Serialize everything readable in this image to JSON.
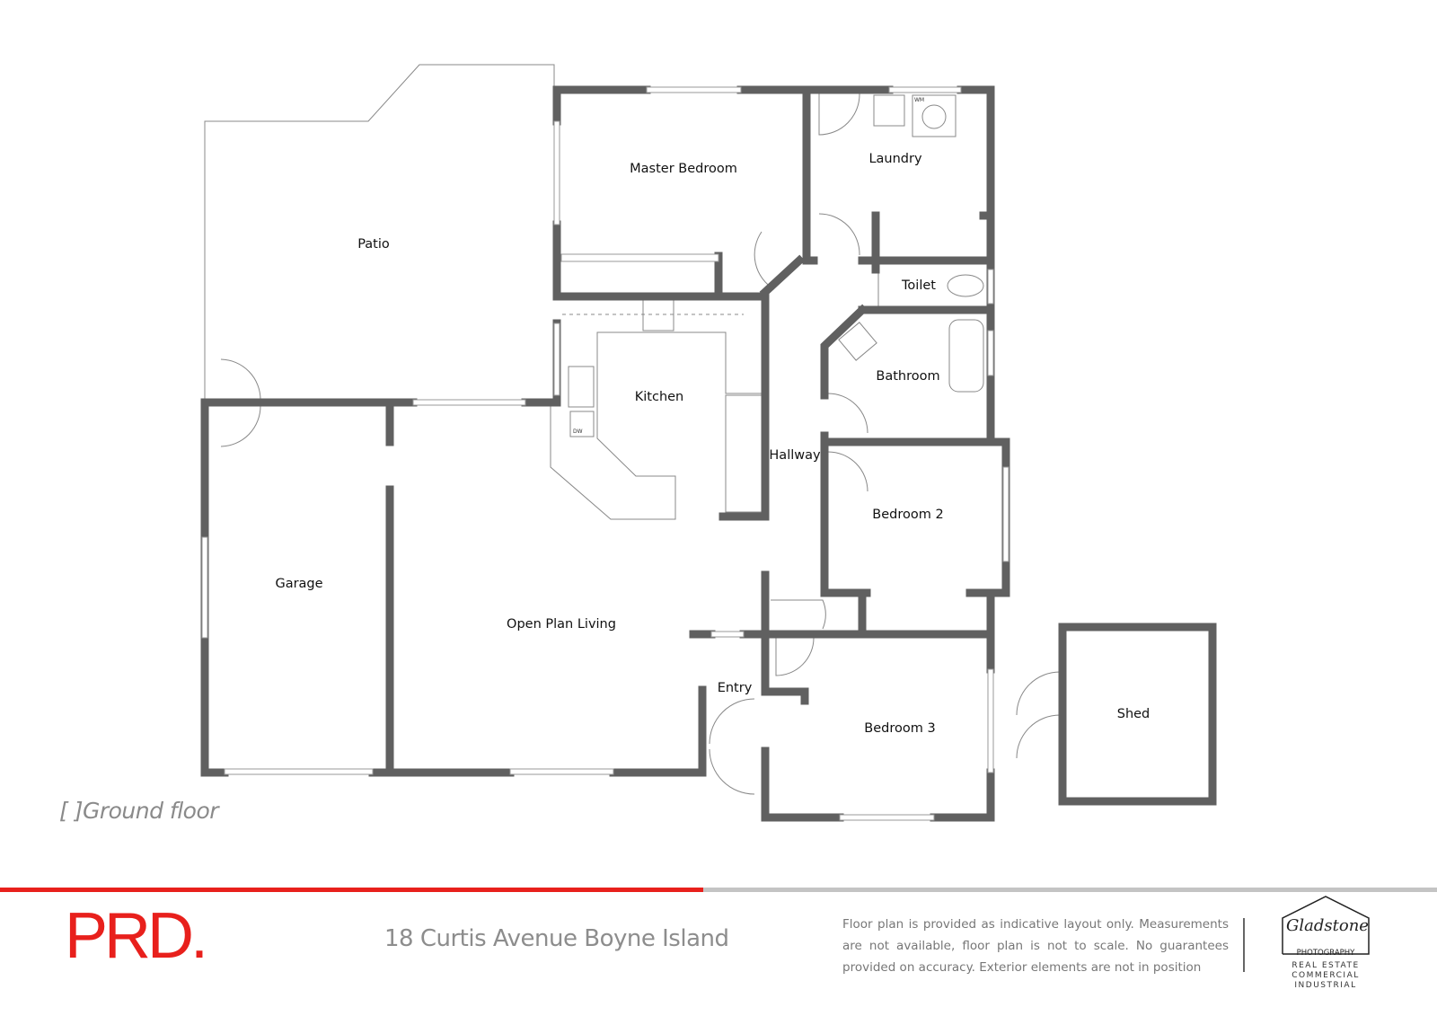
{
  "rooms": {
    "patio": "Patio",
    "master_bedroom": "Master Bedroom",
    "laundry": "Laundry",
    "toilet": "Toilet",
    "kitchen": "Kitchen",
    "bathroom": "Bathroom",
    "hallway": "Hallway",
    "bedroom2": "Bedroom 2",
    "garage": "Garage",
    "open_plan_living": "Open Plan Living",
    "entry": "Entry",
    "bedroom3": "Bedroom 3",
    "shed": "Shed",
    "wm": "WM",
    "dw": "DW"
  },
  "floor_label": "[ ]Ground floor",
  "footer": {
    "brand_logo": "PRD.",
    "address": "18 Curtis Avenue Boyne Island",
    "disclaimer": "Floor plan is provided as indicative layout only. Measurements are not available, floor plan is not to scale. No guarantees provided on accuracy. Exterior elements are not in position",
    "photographer": {
      "name": "Gladstone",
      "tagline": "PHOTOGRAPHY",
      "services": [
        "REAL ESTATE",
        "COMMERCIAL",
        "INDUSTRIAL"
      ]
    },
    "colors": {
      "accent": "#e8201c",
      "divider_grey": "#c4c4c4",
      "wall": "#606060"
    }
  }
}
